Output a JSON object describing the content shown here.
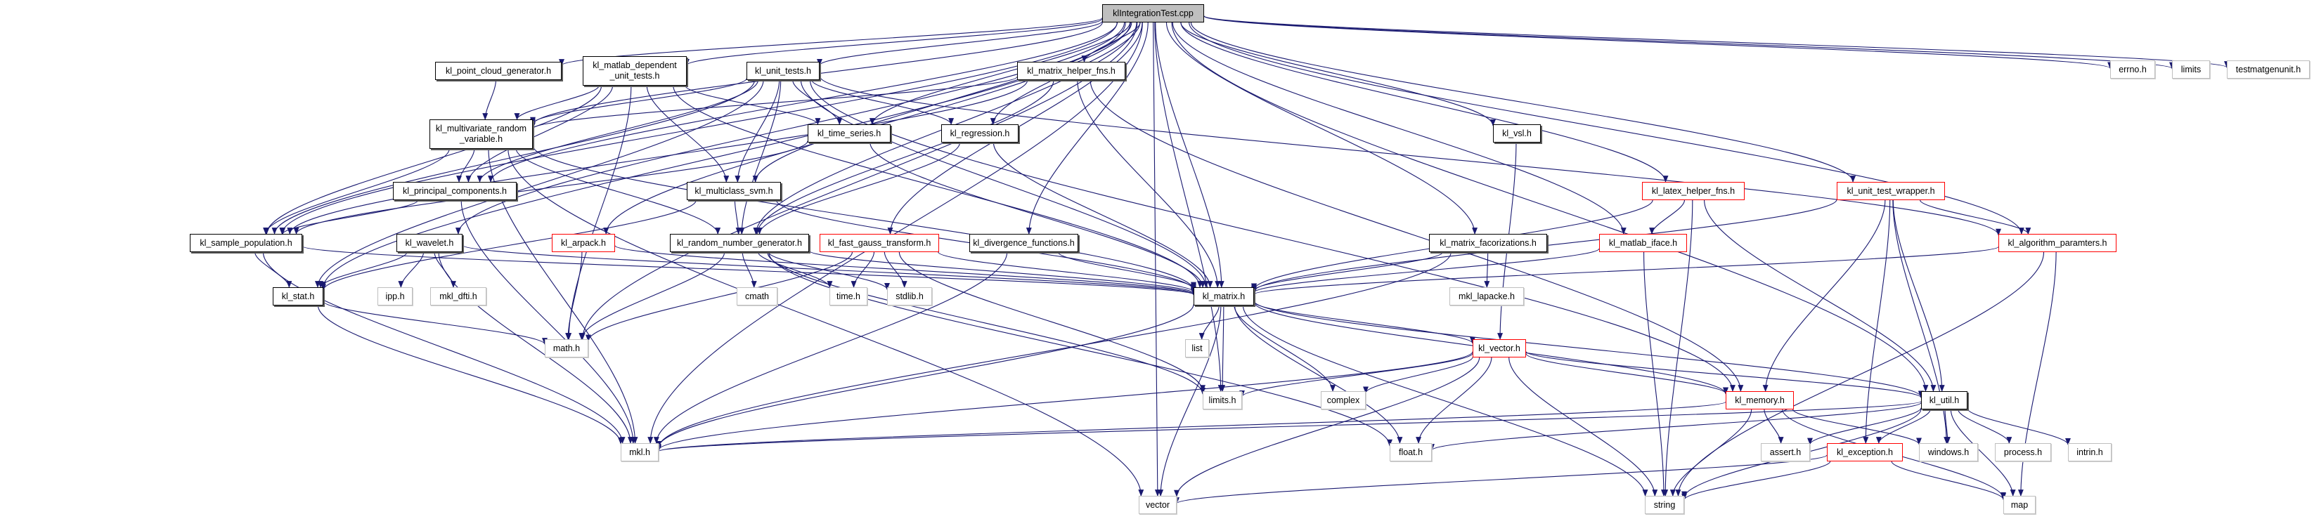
{
  "diagram": {
    "title": "klIntegrationTest.cpp include dependency graph",
    "edge_color": "#191970",
    "legend_colors": {
      "root_fill": "#bfbfbf",
      "documented_border": "#000000",
      "undocumented_border": "#ff0000",
      "external_border": "#bfbfbf"
    },
    "nodes": [
      {
        "id": "root",
        "label": "klIntegrationTest.cpp",
        "kind": "root"
      },
      {
        "id": "point_cloud",
        "label": "kl_point_cloud_generator.h",
        "kind": "documented"
      },
      {
        "id": "matlab_dep",
        "label": "kl_matlab_dependent\n_unit_tests.h",
        "kind": "documented"
      },
      {
        "id": "unit_tests",
        "label": "kl_unit_tests.h",
        "kind": "documented"
      },
      {
        "id": "matrix_helper",
        "label": "kl_matrix_helper_fns.h",
        "kind": "documented"
      },
      {
        "id": "errno",
        "label": "errno.h",
        "kind": "external"
      },
      {
        "id": "limits",
        "label": "limits",
        "kind": "external"
      },
      {
        "id": "testmatgen",
        "label": "testmatgenunit.h",
        "kind": "external"
      },
      {
        "id": "mvrv",
        "label": "kl_multivariate_random\n_variable.h",
        "kind": "documented"
      },
      {
        "id": "time_series",
        "label": "kl_time_series.h",
        "kind": "documented"
      },
      {
        "id": "regression",
        "label": "kl_regression.h",
        "kind": "documented"
      },
      {
        "id": "vsl",
        "label": "kl_vsl.h",
        "kind": "documented"
      },
      {
        "id": "pca",
        "label": "kl_principal_components.h",
        "kind": "documented"
      },
      {
        "id": "svm",
        "label": "kl_multiclass_svm.h",
        "kind": "documented"
      },
      {
        "id": "latex",
        "label": "kl_latex_helper_fns.h",
        "kind": "undocumented"
      },
      {
        "id": "utw",
        "label": "kl_unit_test_wrapper.h",
        "kind": "undocumented"
      },
      {
        "id": "sample_pop",
        "label": "kl_sample_population.h",
        "kind": "documented"
      },
      {
        "id": "wavelet",
        "label": "kl_wavelet.h",
        "kind": "documented"
      },
      {
        "id": "arpack",
        "label": "kl_arpack.h",
        "kind": "undocumented"
      },
      {
        "id": "rng",
        "label": "kl_random_number_generator.h",
        "kind": "documented"
      },
      {
        "id": "fgt",
        "label": "kl_fast_gauss_transform.h",
        "kind": "undocumented"
      },
      {
        "id": "divergence",
        "label": "kl_divergence_functions.h",
        "kind": "documented"
      },
      {
        "id": "factorizations",
        "label": "kl_matrix_facorizations.h",
        "kind": "documented"
      },
      {
        "id": "matlab_iface",
        "label": "kl_matlab_iface.h",
        "kind": "undocumented"
      },
      {
        "id": "algo_params",
        "label": "kl_algorithm_paramters.h",
        "kind": "undocumented"
      },
      {
        "id": "stat",
        "label": "kl_stat.h",
        "kind": "documented"
      },
      {
        "id": "ipp",
        "label": "ipp.h",
        "kind": "external"
      },
      {
        "id": "mkl_dfti",
        "label": "mkl_dfti.h",
        "kind": "external"
      },
      {
        "id": "cmath",
        "label": "cmath",
        "kind": "external"
      },
      {
        "id": "time",
        "label": "time.h",
        "kind": "external"
      },
      {
        "id": "stdlib",
        "label": "stdlib.h",
        "kind": "external"
      },
      {
        "id": "matrix",
        "label": "kl_matrix.h",
        "kind": "documented"
      },
      {
        "id": "mkl_lapacke",
        "label": "mkl_lapacke.h",
        "kind": "external"
      },
      {
        "id": "math",
        "label": "math.h",
        "kind": "external"
      },
      {
        "id": "list",
        "label": "list",
        "kind": "external"
      },
      {
        "id": "kvector",
        "label": "kl_vector.h",
        "kind": "undocumented"
      },
      {
        "id": "limits_h",
        "label": "limits.h",
        "kind": "external"
      },
      {
        "id": "complex",
        "label": "complex",
        "kind": "external"
      },
      {
        "id": "memory",
        "label": "kl_memory.h",
        "kind": "undocumented"
      },
      {
        "id": "util",
        "label": "kl_util.h",
        "kind": "documented"
      },
      {
        "id": "mkl",
        "label": "mkl.h",
        "kind": "external"
      },
      {
        "id": "float",
        "label": "float.h",
        "kind": "external"
      },
      {
        "id": "assert",
        "label": "assert.h",
        "kind": "external"
      },
      {
        "id": "exception",
        "label": "kl_exception.h",
        "kind": "undocumented"
      },
      {
        "id": "windows",
        "label": "windows.h",
        "kind": "external"
      },
      {
        "id": "process",
        "label": "process.h",
        "kind": "external"
      },
      {
        "id": "intrin",
        "label": "intrin.h",
        "kind": "external"
      },
      {
        "id": "vector",
        "label": "vector",
        "kind": "external"
      },
      {
        "id": "string",
        "label": "string",
        "kind": "external"
      },
      {
        "id": "map",
        "label": "map",
        "kind": "external"
      }
    ],
    "edges": [
      [
        "root",
        "point_cloud"
      ],
      [
        "root",
        "matlab_dep"
      ],
      [
        "root",
        "unit_tests"
      ],
      [
        "root",
        "matrix_helper"
      ],
      [
        "root",
        "errno"
      ],
      [
        "root",
        "limits"
      ],
      [
        "root",
        "testmatgen"
      ],
      [
        "root",
        "mvrv"
      ],
      [
        "root",
        "time_series"
      ],
      [
        "root",
        "regression"
      ],
      [
        "root",
        "vsl"
      ],
      [
        "root",
        "pca"
      ],
      [
        "root",
        "svm"
      ],
      [
        "root",
        "latex"
      ],
      [
        "root",
        "utw"
      ],
      [
        "root",
        "sample_pop"
      ],
      [
        "root",
        "wavelet"
      ],
      [
        "root",
        "arpack"
      ],
      [
        "root",
        "rng"
      ],
      [
        "root",
        "fgt"
      ],
      [
        "root",
        "divergence"
      ],
      [
        "root",
        "factorizations"
      ],
      [
        "root",
        "matlab_iface"
      ],
      [
        "root",
        "algo_params"
      ],
      [
        "root",
        "stat"
      ],
      [
        "root",
        "matrix"
      ],
      [
        "root",
        "math"
      ],
      [
        "root",
        "limits_h"
      ],
      [
        "root",
        "util"
      ],
      [
        "root",
        "mkl"
      ],
      [
        "root",
        "vector"
      ],
      [
        "point_cloud",
        "mvrv"
      ],
      [
        "matlab_dep",
        "mvrv"
      ],
      [
        "matlab_dep",
        "pca"
      ],
      [
        "matlab_dep",
        "svm"
      ],
      [
        "matlab_dep",
        "time_series"
      ],
      [
        "matlab_dep",
        "sample_pop"
      ],
      [
        "matlab_dep",
        "math"
      ],
      [
        "matlab_dep",
        "matrix"
      ],
      [
        "unit_tests",
        "mvrv"
      ],
      [
        "unit_tests",
        "time_series"
      ],
      [
        "unit_tests",
        "regression"
      ],
      [
        "unit_tests",
        "svm"
      ],
      [
        "unit_tests",
        "pca"
      ],
      [
        "unit_tests",
        "sample_pop"
      ],
      [
        "unit_tests",
        "rng"
      ],
      [
        "unit_tests",
        "matrix"
      ],
      [
        "unit_tests",
        "algo_params"
      ],
      [
        "unit_tests",
        "memory"
      ],
      [
        "unit_tests",
        "stat"
      ],
      [
        "matrix_helper",
        "mvrv"
      ],
      [
        "matrix_helper",
        "rng"
      ],
      [
        "matrix_helper",
        "matrix"
      ],
      [
        "matrix_helper",
        "memory"
      ],
      [
        "matrix_helper",
        "sample_pop"
      ],
      [
        "mvrv",
        "pca"
      ],
      [
        "mvrv",
        "sample_pop"
      ],
      [
        "mvrv",
        "rng"
      ],
      [
        "mvrv",
        "matrix"
      ],
      [
        "mvrv",
        "mkl"
      ],
      [
        "mvrv",
        "vector"
      ],
      [
        "time_series",
        "matrix"
      ],
      [
        "time_series",
        "sample_pop"
      ],
      [
        "regression",
        "matrix"
      ],
      [
        "regression",
        "rng"
      ],
      [
        "vsl",
        "kvector"
      ],
      [
        "pca",
        "sample_pop"
      ],
      [
        "pca",
        "mkl"
      ],
      [
        "svm",
        "matrix"
      ],
      [
        "svm",
        "rng"
      ],
      [
        "svm",
        "stat"
      ],
      [
        "latex",
        "matrix"
      ],
      [
        "latex",
        "matlab_iface"
      ],
      [
        "latex",
        "string"
      ],
      [
        "latex",
        "util"
      ],
      [
        "utw",
        "matrix"
      ],
      [
        "utw",
        "algo_params"
      ],
      [
        "utw",
        "memory"
      ],
      [
        "utw",
        "util"
      ],
      [
        "utw",
        "exception"
      ],
      [
        "utw",
        "windows"
      ],
      [
        "sample_pop",
        "stat"
      ],
      [
        "sample_pop",
        "mkl"
      ],
      [
        "sample_pop",
        "matrix"
      ],
      [
        "wavelet",
        "stat"
      ],
      [
        "wavelet",
        "ipp"
      ],
      [
        "wavelet",
        "mkl_dfti"
      ],
      [
        "wavelet",
        "matrix"
      ],
      [
        "wavelet",
        "mkl"
      ],
      [
        "arpack",
        "matrix"
      ],
      [
        "arpack",
        "math"
      ],
      [
        "rng",
        "cmath"
      ],
      [
        "rng",
        "time"
      ],
      [
        "rng",
        "stdlib"
      ],
      [
        "rng",
        "math"
      ],
      [
        "rng",
        "matrix"
      ],
      [
        "rng",
        "limits_h"
      ],
      [
        "rng",
        "float"
      ],
      [
        "fgt",
        "time"
      ],
      [
        "fgt",
        "stdlib"
      ],
      [
        "fgt",
        "math"
      ],
      [
        "fgt",
        "matrix"
      ],
      [
        "fgt",
        "limits_h"
      ],
      [
        "divergence",
        "matrix"
      ],
      [
        "divergence",
        "mkl"
      ],
      [
        "factorizations",
        "matrix"
      ],
      [
        "factorizations",
        "mkl_lapacke"
      ],
      [
        "factorizations",
        "mkl"
      ],
      [
        "matlab_iface",
        "matrix"
      ],
      [
        "matlab_iface",
        "string"
      ],
      [
        "algo_params",
        "matrix"
      ],
      [
        "algo_params",
        "string"
      ],
      [
        "algo_params",
        "map"
      ],
      [
        "stat",
        "math"
      ],
      [
        "stat",
        "mkl"
      ],
      [
        "matrix",
        "list"
      ],
      [
        "matrix",
        "kvector"
      ],
      [
        "matrix",
        "limits_h"
      ],
      [
        "matrix",
        "complex"
      ],
      [
        "matrix",
        "memory"
      ],
      [
        "matrix",
        "util"
      ],
      [
        "matrix",
        "mkl"
      ],
      [
        "matrix",
        "float"
      ],
      [
        "matrix",
        "vector"
      ],
      [
        "matrix",
        "string"
      ],
      [
        "kvector",
        "limits_h"
      ],
      [
        "kvector",
        "complex"
      ],
      [
        "kvector",
        "memory"
      ],
      [
        "kvector",
        "util"
      ],
      [
        "kvector",
        "mkl"
      ],
      [
        "kvector",
        "float"
      ],
      [
        "kvector",
        "vector"
      ],
      [
        "kvector",
        "string"
      ],
      [
        "memory",
        "assert"
      ],
      [
        "memory",
        "windows"
      ],
      [
        "memory",
        "mkl"
      ],
      [
        "memory",
        "string"
      ],
      [
        "memory",
        "map"
      ],
      [
        "util",
        "assert"
      ],
      [
        "util",
        "exception"
      ],
      [
        "util",
        "windows"
      ],
      [
        "util",
        "process"
      ],
      [
        "util",
        "intrin"
      ],
      [
        "util",
        "float"
      ],
      [
        "util",
        "string"
      ],
      [
        "util",
        "map"
      ],
      [
        "util",
        "mkl"
      ],
      [
        "exception",
        "string"
      ],
      [
        "exception",
        "map"
      ],
      [
        "exception",
        "vector"
      ]
    ]
  }
}
